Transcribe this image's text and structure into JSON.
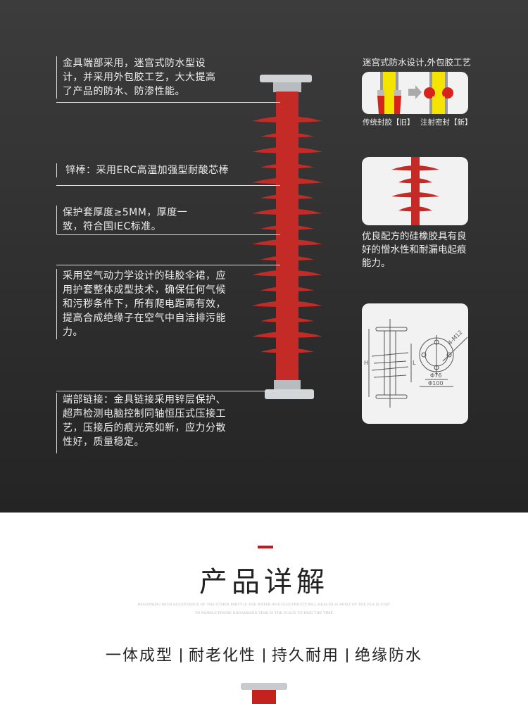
{
  "callouts": [
    "金具端部采用，迷宫式防水型设计，并采用外包胶工艺，大大提高了产品的防水、防渗性能。",
    "锌棒：采用ERC高温加强型耐酸芯棒",
    "保护套厚度≥5MM，厚度一致，符合国IEC标准。",
    "采用空气动力学设计的硅胶伞裙，应用护套整体成型技术，确保任何气候和污秽条件下，所有爬电距离有效，提高合成绝缘子在空气中自洁排污能力。",
    "端部链接：金具链接采用锌层保护、超声检测电脑控制同轴恒压式压接工艺，压接后的痕光亮如新，应力分散性好，质量稳定。"
  ],
  "right": {
    "card1_title": "迷宫式防水设计,外包胶工艺",
    "old_label": "传统封胶【旧】",
    "new_label": "注射密封【新】",
    "card2_caption": "优良配方的硅橡胶具有良好的憎水性和耐漏电起痕能力。",
    "diagram": {
      "h": "H",
      "l": "L",
      "bolt": "4-M12",
      "d1": "Φ76",
      "d2": "Φ100"
    }
  },
  "section": {
    "title": "产品详解",
    "sub1": "BEGINNING WITH ACCEPTANCE OF THE OTHER PARTY IS THE WATER AND ELECTRICITY BILL HEALTH IS MOST OF THE PLA IS UNIT",
    "sub2": "TO MOBILE PHONE BROADBAND TIME IS THE PLACE TO PASS THE TIME",
    "features": [
      "一体成型",
      "耐老化性",
      "持久耐用",
      "绝缘防水"
    ]
  },
  "colors": {
    "accent": "#c8161d",
    "shed": "#c42a26"
  }
}
